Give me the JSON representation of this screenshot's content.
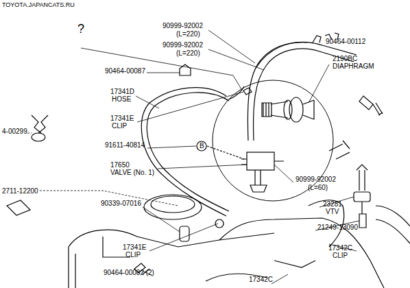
{
  "diagram": {
    "labels": [
      "TOYOTA.JAPANCATS.RU",
      "?",
      "90999-92002",
      "(L=220)",
      "90999-92002",
      "(L=220)",
      "90464-00112",
      "2190BC",
      "DIAPHRAGM",
      "90464-00087",
      "17341D",
      "HOSE",
      "4-00299",
      "17341E",
      "CLIP",
      "91611-40814",
      "B",
      "17650",
      "VALVE (No. 1)",
      "90999-92002",
      "(L=60)",
      "2711-12200",
      "23281",
      "VTV",
      "90339-07016",
      "21249-13090",
      "17341E",
      "CLIP",
      "17342C",
      "CLIP",
      "90464-00082 (2)",
      "17342C"
    ]
  }
}
